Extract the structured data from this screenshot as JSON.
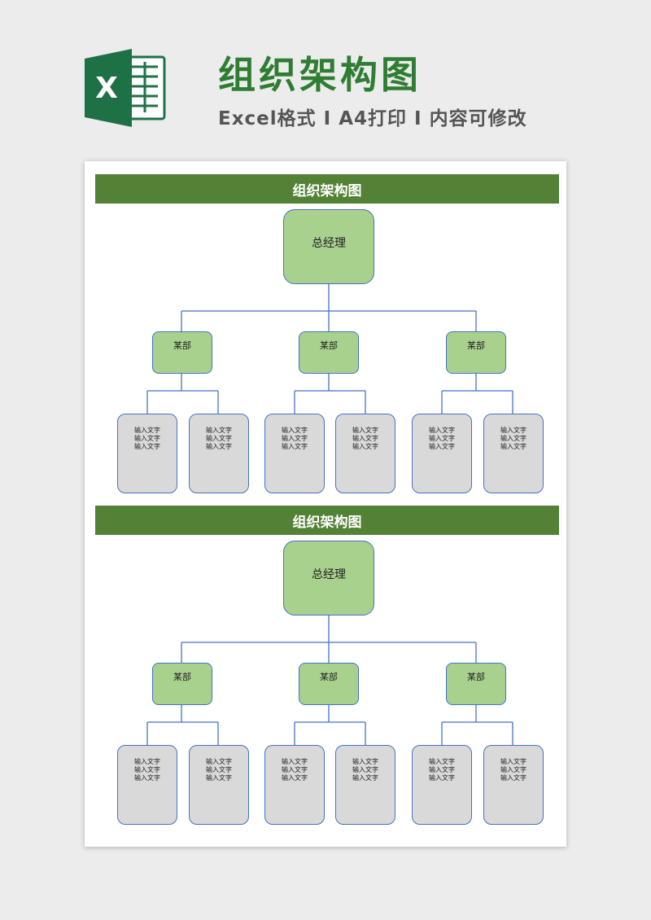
{
  "header": {
    "title": "组织架构图",
    "subtitle": "Excel格式 I A4打印 I 内容可修改",
    "logo_letter": "X",
    "logo_icon": "excel-icon"
  },
  "colors": {
    "title_green": "#2e7d32",
    "bar_green": "#538135",
    "node_green": "#a9d18e",
    "staff_gray": "#d9d9d9",
    "line_blue": "#4472c4"
  },
  "charts": [
    {
      "title": "组织架构图",
      "manager": "总经理",
      "departments": [
        {
          "name": "某部",
          "staff": [
            [
              "输入文字",
              "输入文字",
              "输入文字"
            ],
            [
              "输入文字",
              "输入文字",
              "输入文字"
            ]
          ]
        },
        {
          "name": "某部",
          "staff": [
            [
              "输入文字",
              "输入文字",
              "输入文字"
            ],
            [
              "输入文字",
              "输入文字",
              "输入文字"
            ]
          ]
        },
        {
          "name": "某部",
          "staff": [
            [
              "输入文字",
              "输入文字",
              "输入文字"
            ],
            [
              "输入文字",
              "输入文字",
              "输入文字"
            ]
          ]
        }
      ]
    },
    {
      "title": "组织架构图",
      "manager": "总经理",
      "departments": [
        {
          "name": "某部",
          "staff": [
            [
              "输入文字",
              "输入文字",
              "输入文字"
            ],
            [
              "输入文字",
              "输入文字",
              "输入文字"
            ]
          ]
        },
        {
          "name": "某部",
          "staff": [
            [
              "输入文字",
              "输入文字",
              "输入文字"
            ],
            [
              "输入文字",
              "输入文字",
              "输入文字"
            ]
          ]
        },
        {
          "name": "某部",
          "staff": [
            [
              "输入文字",
              "输入文字",
              "输入文字"
            ],
            [
              "输入文字",
              "输入文字",
              "输入文字"
            ]
          ]
        }
      ]
    }
  ]
}
